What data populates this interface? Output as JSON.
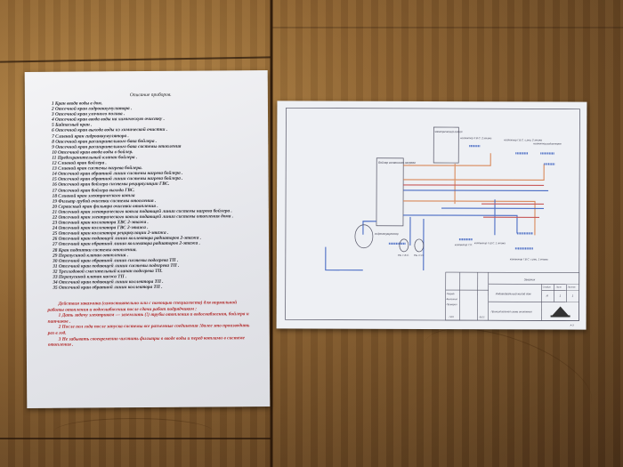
{
  "left_sheet": {
    "title": "Описание приборов.",
    "items": [
      "1 Кран ввода воды в дом.",
      "2 Отсечной кран гидроаккумулятора .",
      "3 Отсечной кран уличного полива .",
      "4 Отсечной кран ввода воды на химическую очистку .",
      "5 Байпасный кран .",
      "6 Отсечной кран выхода воды из химической очистки .",
      "7 Сливной кран гидроаккумулятора .",
      "8 Отсечной кран расширительного бака бойлера .",
      "9 Отсечной кран расширительного бака системы отопления",
      "10 Отсечной кран ввода воды в бойлер.",
      "11 Предохранительный клапан бойлера .",
      "12 Сливной кран бойлера .",
      "13 Сливной кран системы нагрева бойлера.",
      "14 Отсечной кран обратной линии системы нагрева бойлера .",
      "15 Отсечной кран обратной линии системы нагрева бойлера .",
      "16 Отсечной кран бойлера системы рециркуляции ГВС.",
      "17 Отсечной кран бойлера выхода ГВС.",
      "18 Сливной кран электрического котла",
      "19 Фильтр грубой очистки системы отопления .",
      "20 Сервисный кран фильтра очистки отопления .",
      "21 Отсечной кран электрического котла подающей линии системы нагрева бойлера .",
      "22 Отсечной кран электрического котла подающей линии системы отопления дома .",
      "23 Отсечной кран коллектора ХВС 2-этажа .",
      "24 Отсечной кран коллектора ГВС 2-этажа .",
      "25 Отсечной кран коллектора рециркуляции 2-этажа .",
      "26 Отсечной кран подающей линии коллектора радиаторов 2-этажа .",
      "27 Отсечной кран обратной линии коллектора радиаторов 2-этажа .",
      "28 Кран подпитки системы отопления.",
      "29 Перепускной клапан отопления .",
      "30 Отсечной кран обратной линии системы подогрева ТП .",
      "31 Отсечной кран подающей линии системы подогрева ТП .",
      "32 Трехходовой смесительный клапан подогрева ТП.",
      "33 Перепускной клапан насоса ТП .",
      "34 Отсечной кран подающей линии коллектора ТП .",
      "35 Отсечной кран обратной линии коллектора ТП ."
    ],
    "notes": [
      "Действия заказчика (самостоятельно или с помощью специалиста) для нормальной работы отопления и водоснабжения после сдачи работ подрядчиком :",
      "1 Дать задачу электрикам — заземлить (!) трубы отопления и водоснабжения, бойлера и патчиков .",
      "2 После пол года после запуска системы все разъемные соединения !далее это производить раз в год.",
      "3 Не забывать своевременно чистить фильтры в вводе воды и перед котлами в системе отопления ."
    ]
  },
  "right_sheet": {
    "labels": {
      "boiler": "Бойлер косвенного нагрева",
      "electric_boiler": "электрический котел",
      "hydroaccumulator": "гидроаккумулятор",
      "coll_hvs2": "коллектор Х.В.С. 2 этажа",
      "coll_gvs2": "коллектор Г.В.С. с рец. 2 этажа",
      "coll_rad": "коллектор радиаторов",
      "coll_tp": "коллектор Т.П.",
      "coll_hvs1": "коллектор Х.В.С. 1 этажа",
      "coll_gvs1": "коллектор Г.В.С. с рец. 1 этажа",
      "rb_gvs": "Р.Б. Г.В.С.",
      "rb_so": "Р.Б. С.О."
    },
    "title_block": {
      "code": "Заказчик",
      "object": "Индивидуальный жилой дом",
      "sheet_name": "Принципиальная схема отопления",
      "stage_h": "Стадия",
      "sheet_h": "Лист",
      "sheets_h": "Листов",
      "stage": "И",
      "sheet": "1",
      "sheets": "1",
      "rows": [
        "Разраб.",
        "Выполнил",
        "Проверил"
      ],
      "gip": "ГИП",
      "date": "08.21",
      "format": "А-3"
    }
  },
  "colors": {
    "cold": "#4a6cc4",
    "hot": "#d9895a",
    "red_text": "#b02828"
  }
}
